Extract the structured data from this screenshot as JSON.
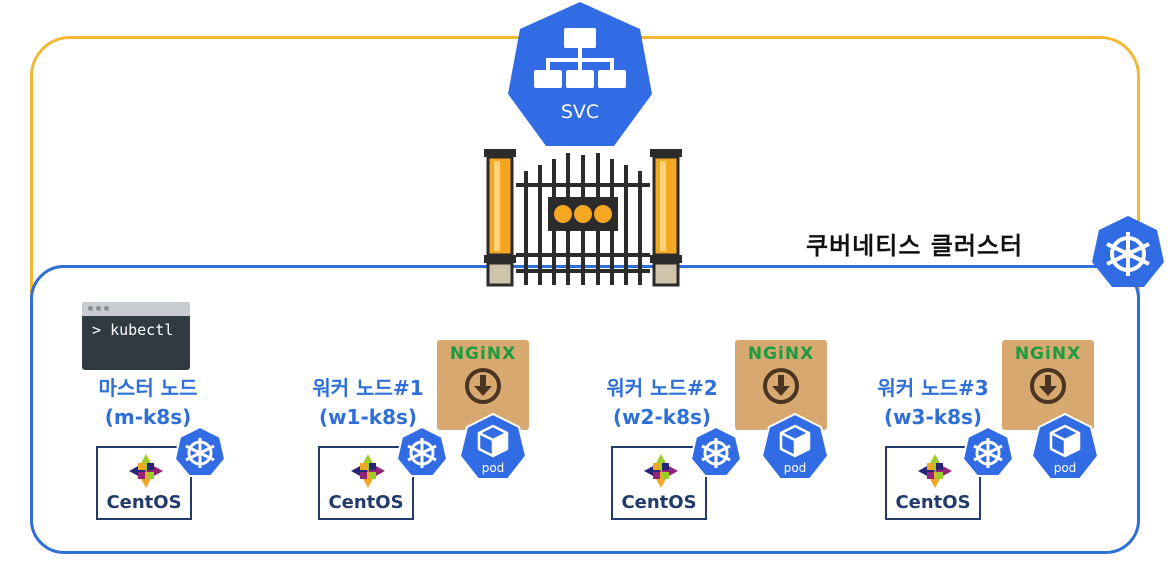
{
  "svc": {
    "label": "SVC"
  },
  "cluster": {
    "label": "쿠버네티스 클러스터"
  },
  "terminal": {
    "command": "kubectl"
  },
  "master": {
    "title": "마스터 노드",
    "host": "(m-k8s)",
    "os": "CentOS"
  },
  "workers": [
    {
      "title": "워커 노드#1",
      "host": "(w1-k8s)",
      "os": "CentOS",
      "image": "NGiNX",
      "pod": "pod"
    },
    {
      "title": "워커 노드#2",
      "host": "(w2-k8s)",
      "os": "CentOS",
      "image": "NGiNX",
      "pod": "pod"
    },
    {
      "title": "워커 노드#3",
      "host": "(w3-k8s)",
      "os": "CentOS",
      "image": "NGiNX",
      "pod": "pod"
    }
  ],
  "colors": {
    "frame_outer": "#f4b731",
    "frame_inner": "#2f6fd8",
    "k8s_blue": "#326ce5",
    "gate_orange": "#f5a623",
    "nginx_green": "#1a9c3e"
  },
  "icons": [
    "svc-network-icon",
    "gate-icon",
    "kubernetes-helm-icon",
    "centos-logo-icon",
    "nginx-package-icon",
    "pod-cube-icon"
  ]
}
